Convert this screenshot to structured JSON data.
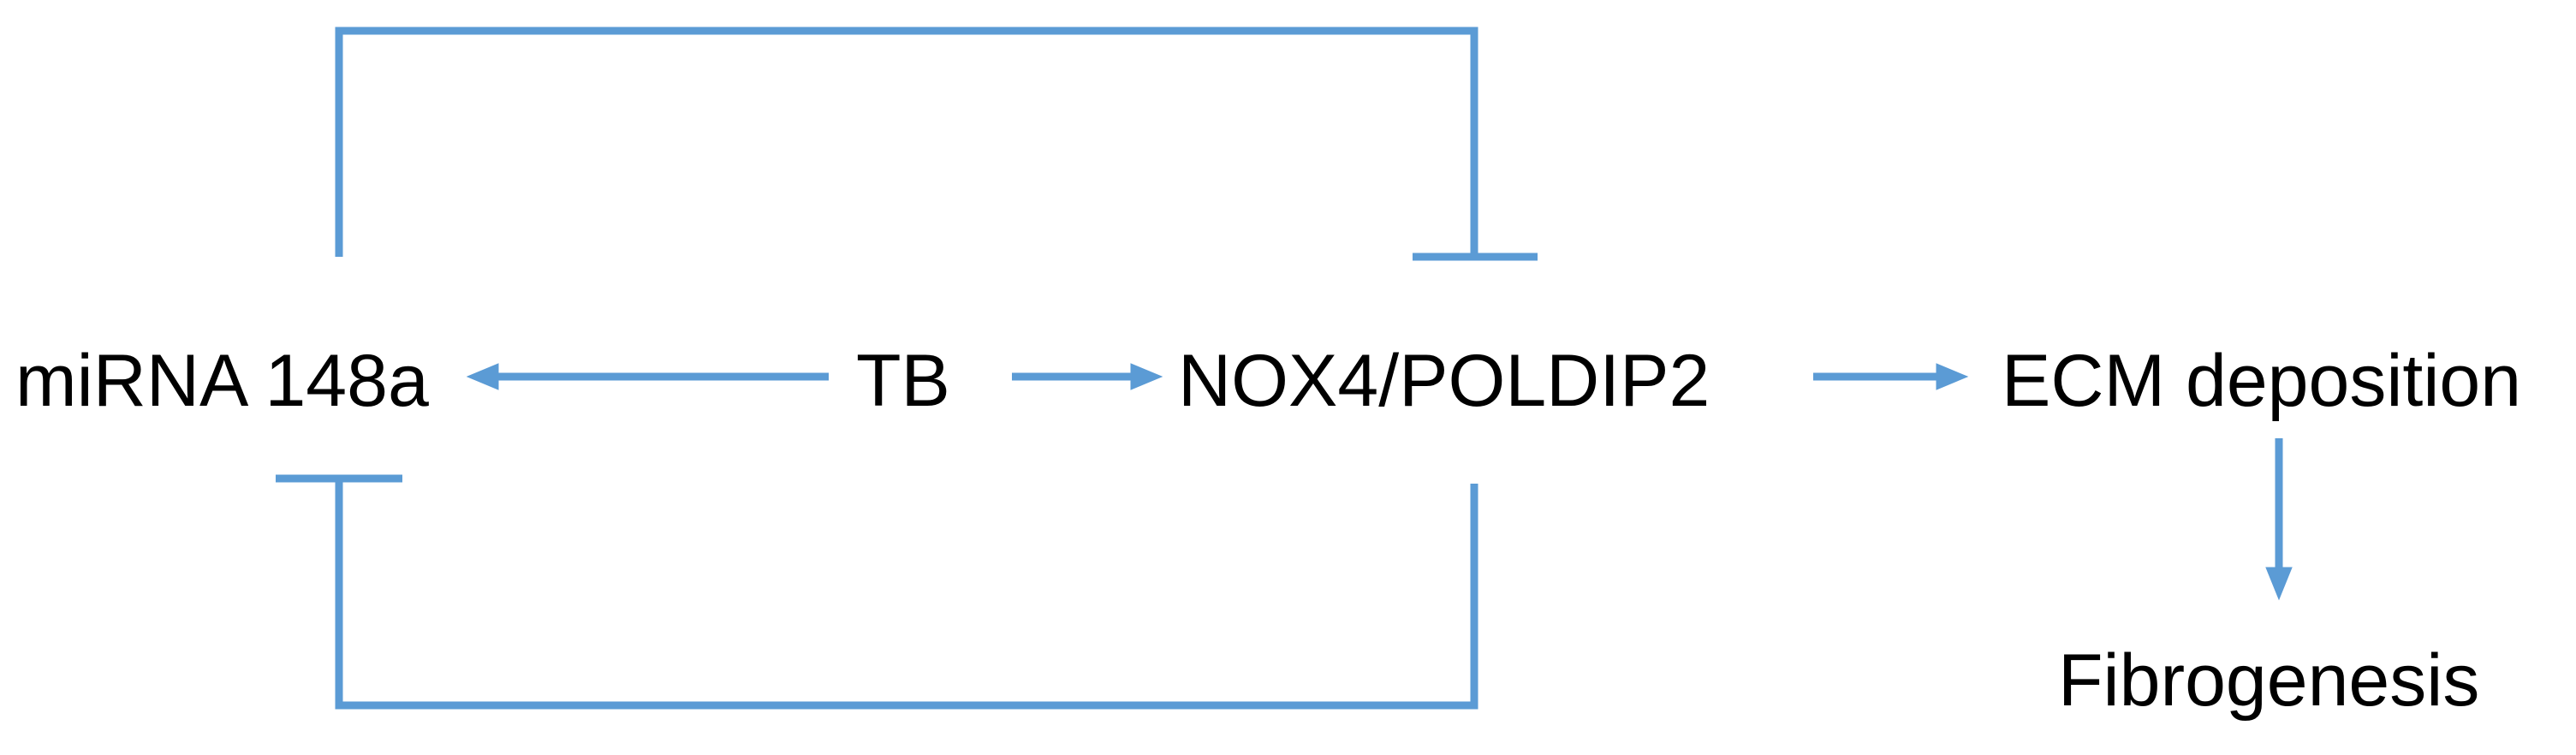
{
  "nodes": {
    "mirna": "miRNA 148a",
    "tb": "TB",
    "nox4": "NOX4/POLDIP2",
    "ecm": "ECM deposition",
    "fibrogenesis": "Fibrogenesis"
  },
  "edges": [
    {
      "from": "TB",
      "to": "miRNA 148a",
      "type": "activation"
    },
    {
      "from": "TB",
      "to": "NOX4/POLDIP2",
      "type": "activation"
    },
    {
      "from": "NOX4/POLDIP2",
      "to": "ECM deposition",
      "type": "activation"
    },
    {
      "from": "ECM deposition",
      "to": "Fibrogenesis",
      "type": "activation"
    },
    {
      "from": "miRNA 148a",
      "to": "NOX4/POLDIP2",
      "type": "inhibition"
    },
    {
      "from": "NOX4/POLDIP2",
      "to": "miRNA 148a",
      "type": "inhibition"
    }
  ],
  "colors": {
    "connector": "#5b9bd5",
    "text": "#000000",
    "background": "#ffffff"
  }
}
